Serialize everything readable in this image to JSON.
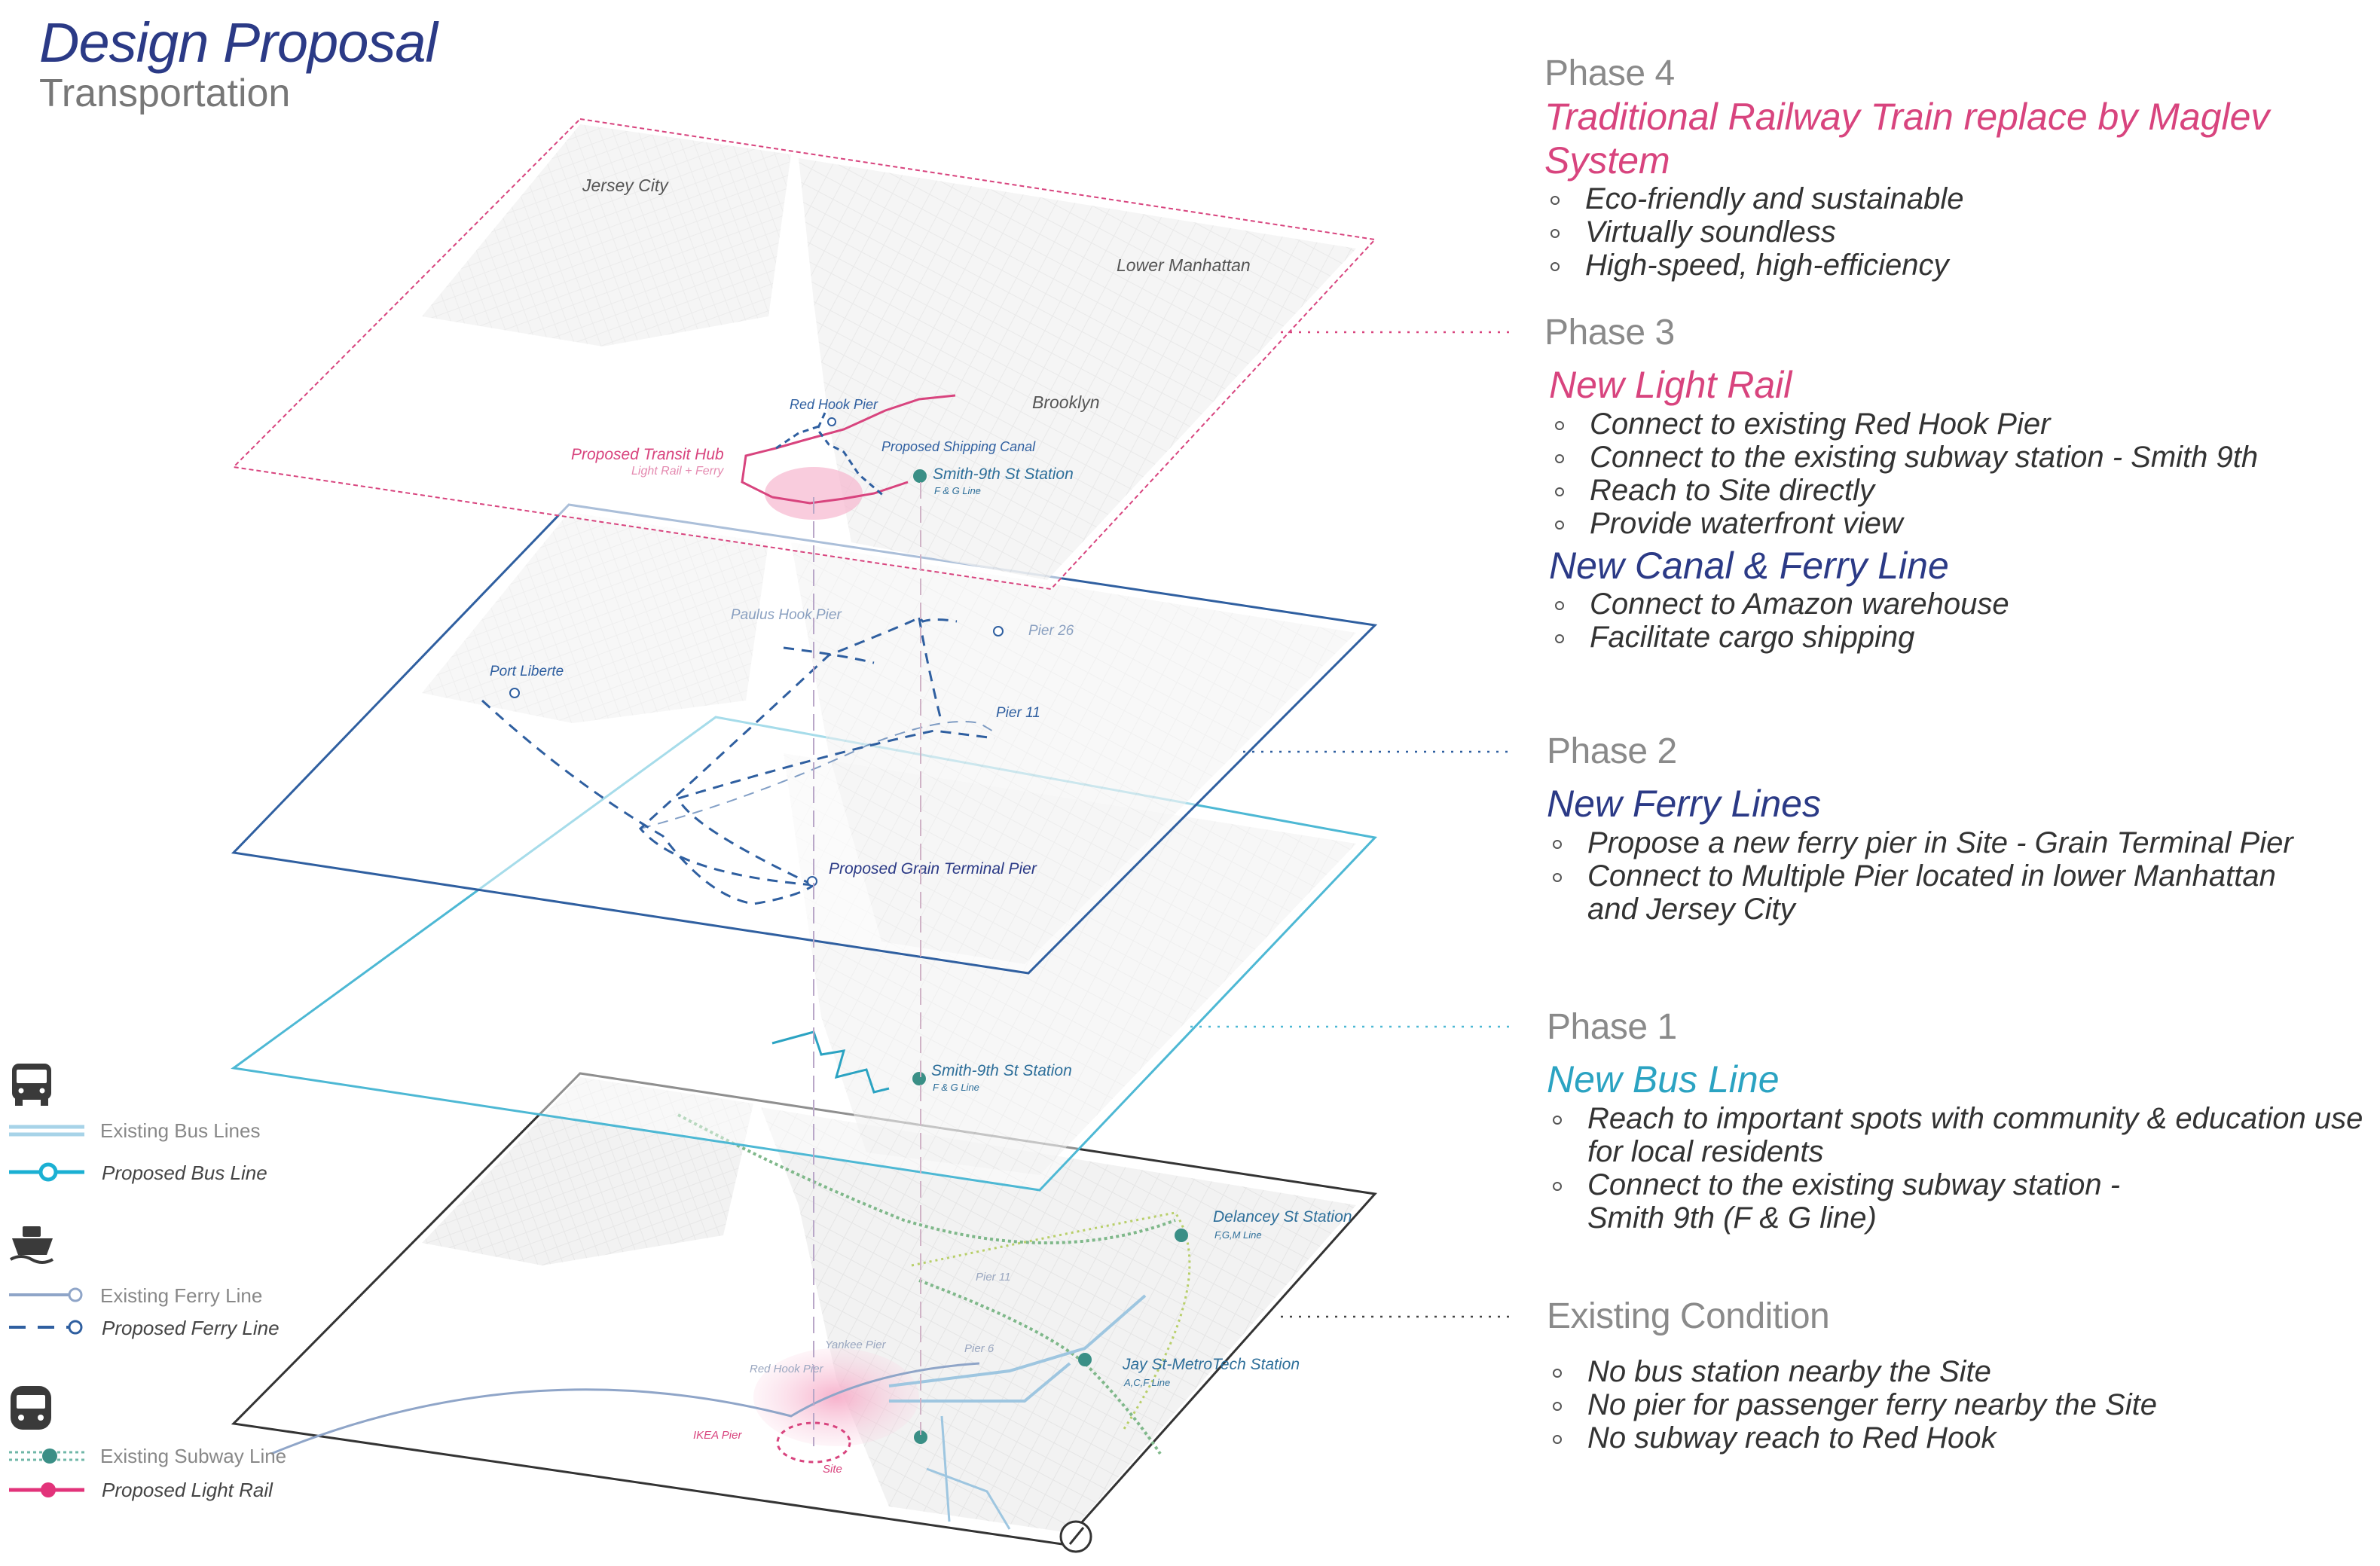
{
  "header": {
    "title": "Design Proposal",
    "subtitle": "Transportation"
  },
  "phases": [
    {
      "heading": "Phase 4",
      "sections": [
        {
          "title": "Traditional Railway Train replace by Maglev System",
          "color": "#d8447e",
          "bullets": [
            "Eco-friendly and sustainable",
            "Virtually soundless",
            "High-speed, high-efficiency"
          ]
        }
      ]
    },
    {
      "heading": "Phase 3",
      "sections": [
        {
          "title": "New Light Rail",
          "color": "#d8447e",
          "bullets": [
            "Connect to existing Red Hook Pier",
            "Connect to the existing subway station - Smith 9th",
            "Reach to Site directly",
            "Provide waterfront view"
          ]
        },
        {
          "title": "New Canal & Ferry Line",
          "color": "#2b3a86",
          "bullets": [
            "Connect to Amazon warehouse",
            "Facilitate cargo shipping"
          ]
        }
      ]
    },
    {
      "heading": "Phase 2",
      "sections": [
        {
          "title": "New Ferry Lines",
          "color": "#2b3a86",
          "bullets": [
            "Propose a new ferry pier in Site - Grain Terminal Pier",
            "Connect to Multiple Pier located in lower Manhattan and Jersey City"
          ]
        }
      ]
    },
    {
      "heading": "Phase 1",
      "sections": [
        {
          "title": "New Bus Line",
          "color": "#2ba3c2",
          "bullets": [
            "Reach to important spots with community & education use for local residents",
            "Connect to the existing subway station - Smith 9th (F & G line)"
          ]
        }
      ]
    },
    {
      "heading": "Existing Condition",
      "sections": [
        {
          "title": "",
          "color": "#333333",
          "bullets": [
            "No bus station nearby the Site",
            "No pier for passenger ferry nearby the Site",
            "No subway reach to Red Hook"
          ]
        }
      ]
    }
  ],
  "map_labels": {
    "layer4": {
      "jersey_city": "Jersey City",
      "lower_manhattan": "Lower Manhattan",
      "brooklyn": "Brooklyn",
      "red_hook_pier": "Red Hook Pier",
      "transit_hub": "Proposed Transit Hub",
      "transit_hub_sub": "Light Rail + Ferry",
      "shipping_canal": "Proposed Shipping Canal",
      "smith_station": "Smith-9th St Station",
      "smith_lines": "F & G Line"
    },
    "layer3": {
      "paulus_hook": "Paulus Hook Pier",
      "port_liberte": "Port Liberte",
      "pier26": "Pier 26",
      "pier11": "Pier 11",
      "grain_pier": "Proposed Grain Terminal Pier"
    },
    "layer2": {
      "smith_station": "Smith-9th St Station",
      "smith_lines": "F & G Line"
    },
    "layer1": {
      "delancey": "Delancey St Station",
      "delancey_lines": "F,G,M Line",
      "pier11": "Pier 11",
      "yankee": "Yankee Pier",
      "red_hook_pier": "Red Hook Pier",
      "pier6": "Pier 6",
      "jay_st": "Jay St-MetroTech Station",
      "jay_lines": "A,C,F Line",
      "ikea": "IKEA Pier",
      "site": "Site"
    }
  },
  "legend": {
    "bus": {
      "icon": "bus-icon",
      "existing": "Existing Bus Lines",
      "proposed": "Proposed Bus Line"
    },
    "ferry": {
      "icon": "ferry-icon",
      "existing": "Existing Ferry Line",
      "proposed": "Proposed Ferry Line"
    },
    "rail": {
      "icon": "train-icon",
      "existing": "Existing Subway Line",
      "proposed": "Proposed Light Rail"
    }
  },
  "colors": {
    "title": "#2b3a86",
    "pink": "#d8447e",
    "navy": "#2b3a86",
    "cyan": "#2ba3c2",
    "ferry_blue": "#2f5fa0",
    "subway_green": "#4a9a8a"
  }
}
